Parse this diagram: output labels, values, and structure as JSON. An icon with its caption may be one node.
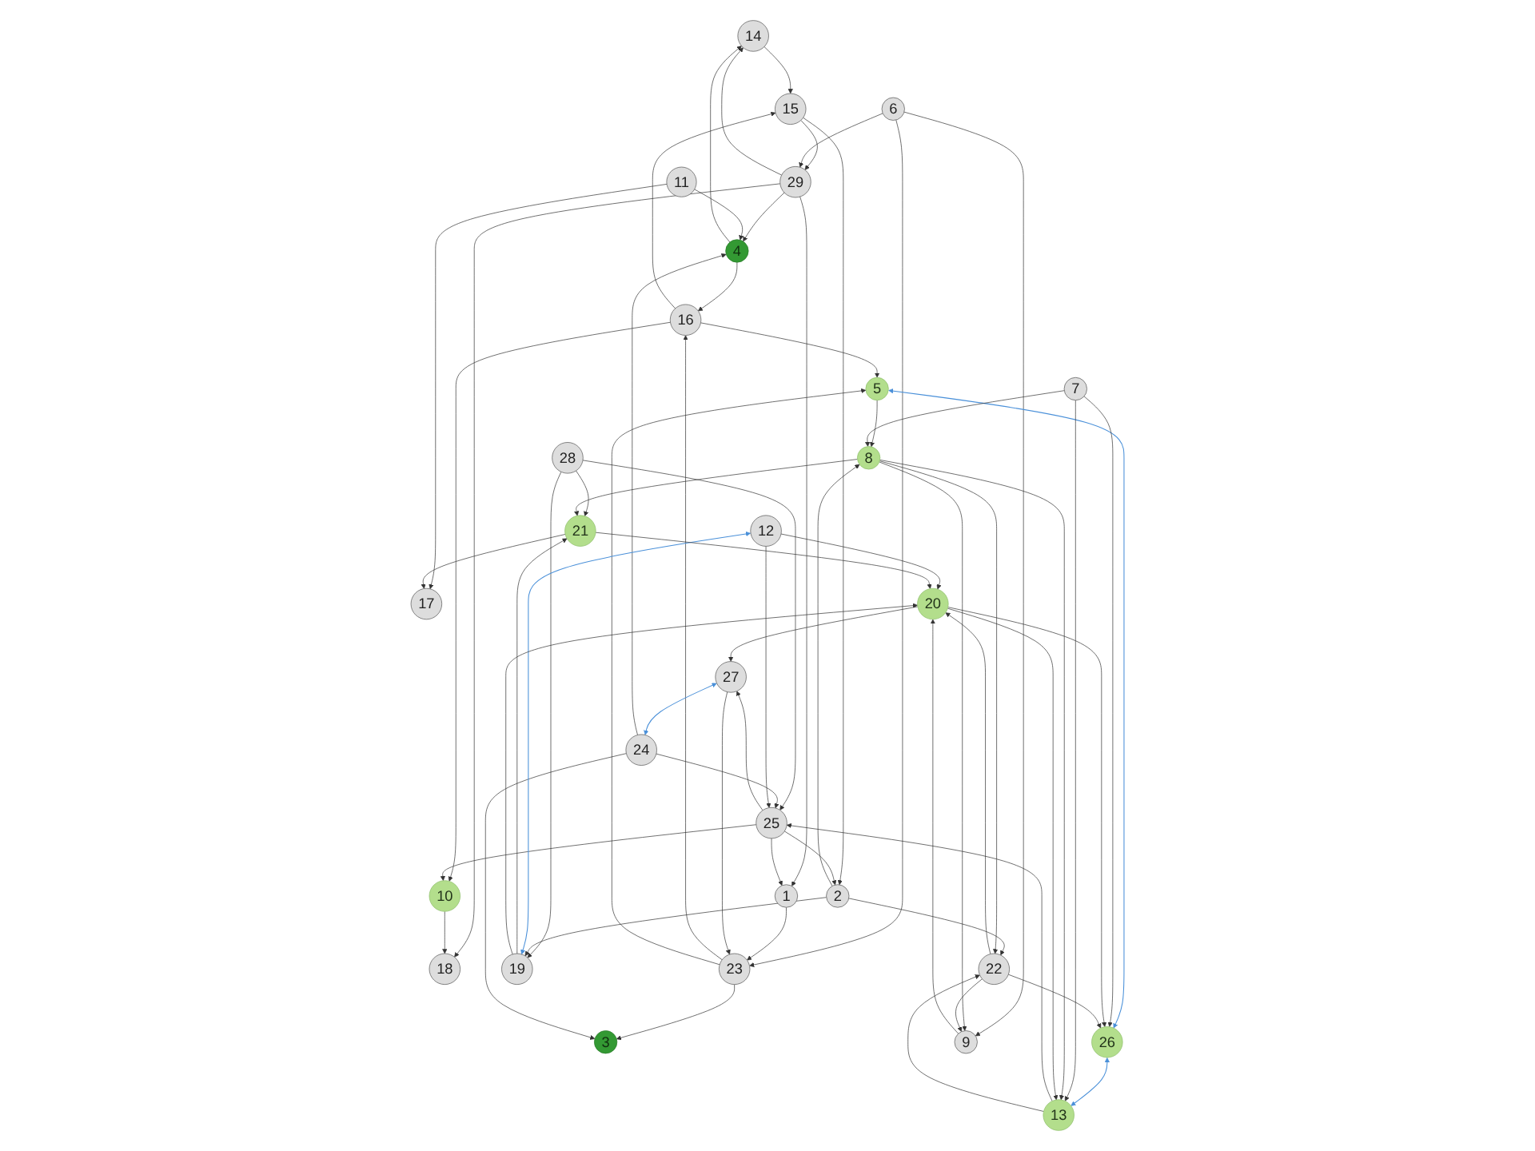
{
  "diagram": {
    "nodes": [
      {
        "text": [
          "14"
        ]
      },
      {
        "text": [
          "4"
        ]
      },
      {
        "text": [
          "29"
        ]
      },
      {
        "text": [
          "18"
        ]
      },
      {
        "text": [
          "16"
        ]
      },
      {
        "text": [
          "15"
        ]
      },
      {
        "text": [
          "3"
        ]
      },
      {
        "text": [
          "23"
        ]
      },
      {
        "text": [
          "6"
        ]
      },
      {
        "text": [
          "11"
        ]
      },
      {
        "text": [
          "1"
        ]
      },
      {
        "text": [
          "10"
        ]
      },
      {
        "text": [
          "5"
        ]
      },
      {
        "text": [
          "27"
        ]
      },
      {
        "text": [
          "24"
        ]
      },
      {
        "text": [
          "2"
        ]
      },
      {
        "text": [
          "21"
        ]
      },
      {
        "text": [
          "17"
        ]
      },
      {
        "text": [
          "26"
        ]
      },
      {
        "text": [
          "8"
        ]
      },
      {
        "text": [
          "9"
        ]
      },
      {
        "text": [
          "25"
        ]
      },
      {
        "text": [
          "19"
        ]
      },
      {
        "text": [
          "28"
        ]
      },
      {
        "text": [
          "7"
        ]
      },
      {
        "text": [
          "20"
        ]
      },
      {
        "text": [
          "22"
        ]
      },
      {
        "text": [
          "12"
        ]
      },
      {
        "text": [
          "13"
        ]
      }
    ],
    "edges": [
      {
        "from": 1,
        "to": 0,
        "arrow": "to"
      },
      {
        "from": 2,
        "to": 0,
        "arrow": "to"
      },
      {
        "from": 0,
        "to": 5,
        "arrow": "to"
      },
      {
        "from": 2,
        "to": 1,
        "arrow": "to"
      },
      {
        "from": 2,
        "to": 3,
        "arrow": "to"
      },
      {
        "from": 1,
        "to": 4,
        "arrow": "to"
      },
      {
        "from": 5,
        "to": 2,
        "arrow": "to"
      },
      {
        "from": 4,
        "to": 5,
        "arrow": "to"
      },
      {
        "from": 4,
        "to": 11,
        "arrow": "to"
      },
      {
        "from": 7,
        "to": 4,
        "arrow": "to"
      },
      {
        "from": 7,
        "to": 6,
        "arrow": "to"
      },
      {
        "from": 8,
        "to": 7,
        "arrow": "to"
      },
      {
        "from": 10,
        "to": 7,
        "arrow": "to"
      },
      {
        "from": 14,
        "to": 6,
        "arrow": "to"
      },
      {
        "from": 8,
        "to": 2,
        "arrow": "to"
      },
      {
        "from": 2,
        "to": 10,
        "arrow": "to"
      },
      {
        "from": 14,
        "to": 1,
        "arrow": "to"
      },
      {
        "from": 9,
        "to": 1,
        "arrow": "to"
      },
      {
        "from": 9,
        "to": 17,
        "arrow": "to"
      },
      {
        "from": 11,
        "to": 3,
        "arrow": "to"
      },
      {
        "from": 5,
        "to": 15,
        "arrow": "to"
      },
      {
        "from": 7,
        "to": 12,
        "arrow": "to"
      },
      {
        "from": 4,
        "to": 12,
        "arrow": "to"
      },
      {
        "from": 13,
        "to": 7,
        "arrow": "to"
      },
      {
        "from": 13,
        "to": 14,
        "arrow": "both",
        "color": "#4a90d9"
      },
      {
        "from": 8,
        "to": 20,
        "arrow": "to"
      },
      {
        "from": 21,
        "to": 10,
        "arrow": "to"
      },
      {
        "from": 21,
        "to": 11,
        "arrow": "to"
      },
      {
        "from": 16,
        "to": 17,
        "arrow": "to"
      },
      {
        "from": 23,
        "to": 16,
        "arrow": "to"
      },
      {
        "from": 23,
        "to": 21,
        "arrow": "to"
      },
      {
        "from": 23,
        "to": 22,
        "arrow": "to"
      },
      {
        "from": 15,
        "to": 22,
        "arrow": "to"
      },
      {
        "from": 22,
        "to": 16,
        "arrow": "to"
      },
      {
        "from": 21,
        "to": 15,
        "arrow": "to"
      },
      {
        "from": 19,
        "to": 16,
        "arrow": "to"
      },
      {
        "from": 15,
        "to": 19,
        "arrow": "to"
      },
      {
        "from": 21,
        "to": 13,
        "arrow": "to"
      },
      {
        "from": 14,
        "to": 21,
        "arrow": "to"
      },
      {
        "from": 12,
        "to": 19,
        "arrow": "to"
      },
      {
        "from": 12,
        "to": 18,
        "arrow": "both",
        "color": "#4a90d9"
      },
      {
        "from": 18,
        "to": 28,
        "arrow": "both",
        "color": "#4a90d9"
      },
      {
        "from": 27,
        "to": 22,
        "arrow": "both",
        "color": "#4a90d9"
      },
      {
        "from": 25,
        "to": 13,
        "arrow": "to"
      },
      {
        "from": 20,
        "to": 25,
        "arrow": "to"
      },
      {
        "from": 24,
        "to": 18,
        "arrow": "to"
      },
      {
        "from": 25,
        "to": 18,
        "arrow": "to"
      },
      {
        "from": 26,
        "to": 18,
        "arrow": "to"
      },
      {
        "from": 19,
        "to": 20,
        "arrow": "to"
      },
      {
        "from": 24,
        "to": 19,
        "arrow": "to"
      },
      {
        "from": 24,
        "to": 28,
        "arrow": "to"
      },
      {
        "from": 19,
        "to": 28,
        "arrow": "to"
      },
      {
        "from": 25,
        "to": 28,
        "arrow": "to"
      },
      {
        "from": 28,
        "to": 21,
        "arrow": "to"
      },
      {
        "from": 28,
        "to": 26,
        "arrow": "to"
      },
      {
        "from": 27,
        "to": 25,
        "arrow": "to"
      },
      {
        "from": 27,
        "to": 21,
        "arrow": "to"
      },
      {
        "from": 26,
        "to": 25,
        "arrow": "to"
      },
      {
        "from": 15,
        "to": 26,
        "arrow": "to"
      },
      {
        "from": 16,
        "to": 25,
        "arrow": "to"
      },
      {
        "from": 22,
        "to": 25,
        "arrow": "to"
      },
      {
        "from": 26,
        "to": 20,
        "arrow": "to"
      },
      {
        "from": 19,
        "to": 26,
        "arrow": "to"
      }
    ]
  }
}
